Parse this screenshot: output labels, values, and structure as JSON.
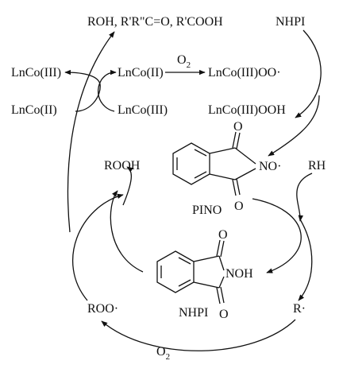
{
  "products": "ROH, R'R\"C=O, R'COOH",
  "nhpi_top": "NHPI",
  "co3_left": "LnCo(III)",
  "co2_left": "LnCo(II)",
  "co2_mid": "LnCo(II)",
  "o2_top": "O",
  "o2_top_sub": "2",
  "co3_peroxy": "LnCo(III)OO·",
  "co3_mid": "LnCo(III)",
  "co3_hydroperoxide": "LnCo(III)OOH",
  "rooh": "ROOH",
  "rh": "RH",
  "pino_radical_label": "NO·",
  "pino_name": "PINO",
  "nhpi_group_label": "NOH",
  "nhpi_name": "NHPI",
  "roo_radical": "ROO·",
  "r_radical": "R·",
  "o2_bottom": "O",
  "o2_bottom_sub": "2",
  "carbonyl_o": "O"
}
